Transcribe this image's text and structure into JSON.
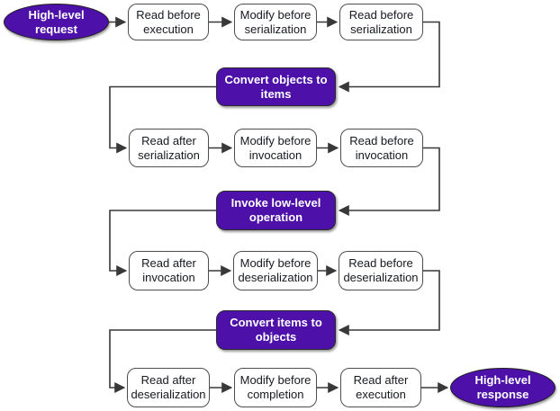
{
  "diagram": {
    "terminals": {
      "request": "High-level request",
      "response": "High-level response"
    },
    "hook_rows": [
      {
        "col1": "Read before execution",
        "col2": "Modify before serialization",
        "col3": "Read before serialization"
      },
      {
        "col1": "Read after serialization",
        "col2": "Modify before invocation",
        "col3": "Read before invocation"
      },
      {
        "col1": "Read after invocation",
        "col2": "Modify before deserialization",
        "col3": "Read before deserialization"
      },
      {
        "col1": "Read after deserialization",
        "col2": "Modify before completion",
        "col3": "Read after execution"
      }
    ],
    "stages": [
      {
        "label": "Convert objects to items"
      },
      {
        "label": "Invoke low-level operation"
      },
      {
        "label": "Convert items to objects"
      }
    ],
    "colors": {
      "shape-fill": "#4d10a8",
      "shape-text": "#ffffff",
      "box-fill": "#ffffff",
      "box-border": "#4d4d4d",
      "box-text": "#16191f",
      "line": "#383838"
    }
  }
}
